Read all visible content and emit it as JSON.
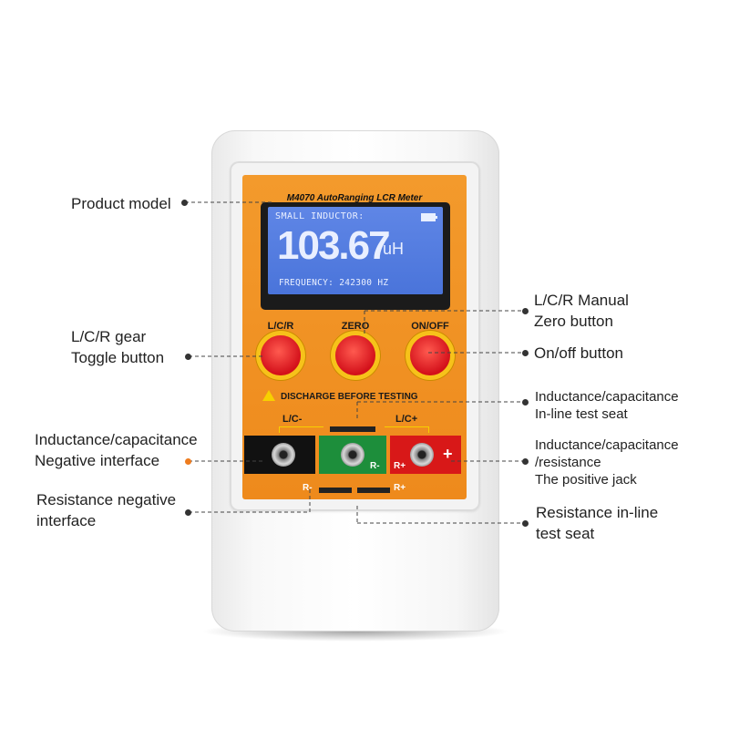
{
  "callouts": {
    "product_model": "Product model",
    "lcr_gear_1": "L/C/R gear",
    "lcr_gear_2": "Toggle button",
    "ind_cap_neg_1": "Inductance/capacitance",
    "ind_cap_neg_2": "Negative interface",
    "res_neg_1": "Resistance negative",
    "res_neg_2": "interface",
    "manual_zero_1": "L/C/R Manual",
    "manual_zero_2": "Zero button",
    "onoff": "On/off button",
    "inline_seat_1": "Inductance/capacitance",
    "inline_seat_2": "In-line test seat",
    "pos_jack_1": "Inductance/capacitance",
    "pos_jack_2": "/resistance",
    "pos_jack_3": "The positive jack",
    "res_inline_1": "Resistance in-line",
    "res_inline_2": "test seat"
  },
  "device": {
    "model_title": "M4070 AutoRanging LCR Meter",
    "lcd_top": "SMALL  INDUCTOR:",
    "lcd_value": "103.67",
    "lcd_unit": "uH",
    "lcd_bottom": "FREQUENCY: 242300 HZ",
    "buttons": [
      "L/C/R",
      "ZERO",
      "ON/OFF"
    ],
    "warning": "DISCHARGE BEFORE TESTING",
    "jack_labels": {
      "neg": "L/C-",
      "pos": "L/C+",
      "r_minus": "R-",
      "r_plus": "R+",
      "plus_sign": "+"
    }
  },
  "colors": {
    "panel": "#f0901f",
    "lcd": "#5a80e2",
    "button": "#e0151f",
    "accent_dot": "#ee7c1e"
  }
}
